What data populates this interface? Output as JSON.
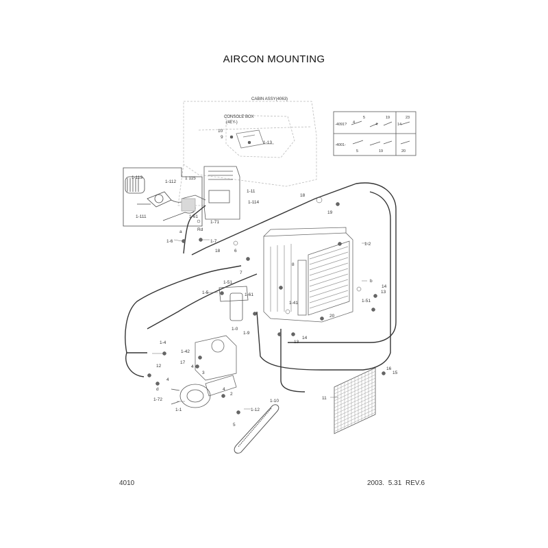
{
  "page": {
    "title": "AIRCON MOUNTING",
    "code": "4010",
    "revision": "2003. 5.31  REV.6"
  },
  "callouts": {
    "cabin_assy": "CABIN ASSY(4063)",
    "console_box": "CONSOLE BOX",
    "console_box_ref": "(4EY-)"
  },
  "variant_table": {
    "row1_prefix": "-4091?",
    "row2_prefix": "-4001-",
    "nums": [
      "5",
      "19",
      "4",
      "23",
      "4",
      "14",
      "5",
      "19",
      "20"
    ]
  },
  "part_labels": [
    "10",
    "9",
    "1-13",
    "1-113",
    "1-112",
    "1 115",
    "1-11",
    "1-114",
    "18",
    "19",
    "1-111",
    "1-61",
    "a",
    "Rd",
    "1-71",
    "1-6",
    "1-7",
    "18",
    "1-2",
    "6",
    "8",
    "7",
    "1-51",
    "1-61",
    "1-5",
    "1-41",
    "b",
    "14",
    "13",
    "1-51",
    "20",
    "1-0",
    "1-9",
    "14",
    "13",
    "1-4",
    "1-42",
    "12",
    "17",
    "4",
    "3",
    "4",
    "d",
    "1-72",
    "4",
    "2",
    "1-1",
    "1-12",
    "5",
    "1-10",
    "16",
    "15",
    "11"
  ]
}
